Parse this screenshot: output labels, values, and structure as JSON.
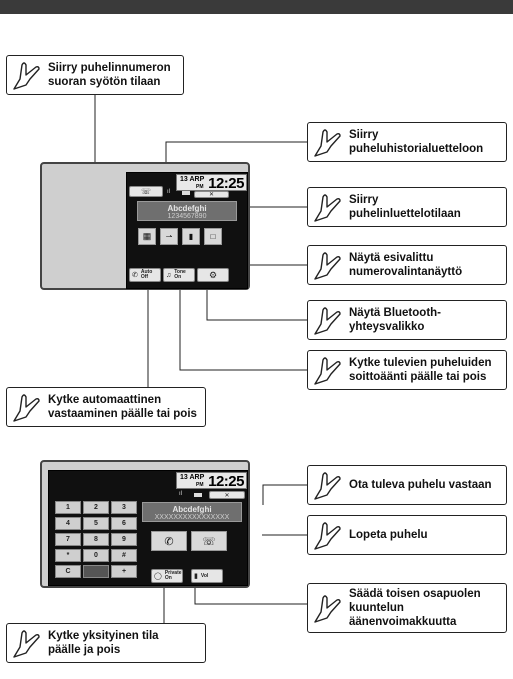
{
  "callouts": {
    "direct_input": "Siirry puhelinnumeron suoran syötön tilaan",
    "history": "Siirry puheluhistorialuetteloon",
    "phonebook": "Siirry puhelinluettelotilaan",
    "preset": "Näytä esivalittu numerovalintanäyttö",
    "bt_menu": "Näytä Bluetooth-yhteysvalikko",
    "ringtone": "Kytke tulevien puheluiden soittoäänti päälle tai pois",
    "auto_answer": "Kytke automaattinen vastaaminen päälle tai pois",
    "answer": "Ota tuleva puhelu vastaan",
    "end_call": "Lopeta puhelu",
    "volume": "Säädä toisen osapuolen kuuntelun äänenvoimakkuutta",
    "private": "Kytke yksityinen tila päälle ja pois"
  },
  "screen1": {
    "date": "13 ARP",
    "ampm": "PM",
    "time": "12:25",
    "contact_name": "Abcdefghi",
    "contact_number": "1234567890 ",
    "auto_label": "Auto",
    "auto_value": "Off",
    "tone_label": "Tone",
    "tone_value": "On"
  },
  "screen2": {
    "date": "13 ARP",
    "ampm": "PM",
    "time": "12:25",
    "contact_name": "Abcdefghi",
    "contact_number": "XXXXXXXXXXXXXXXX",
    "keys": [
      "1",
      "2",
      "3",
      "4",
      "5",
      "6",
      "7",
      "8",
      "9",
      "*",
      "0",
      "#",
      "C",
      "",
      "+"
    ],
    "private_label": "Private",
    "private_value": "On",
    "vol_label": "Vol"
  }
}
